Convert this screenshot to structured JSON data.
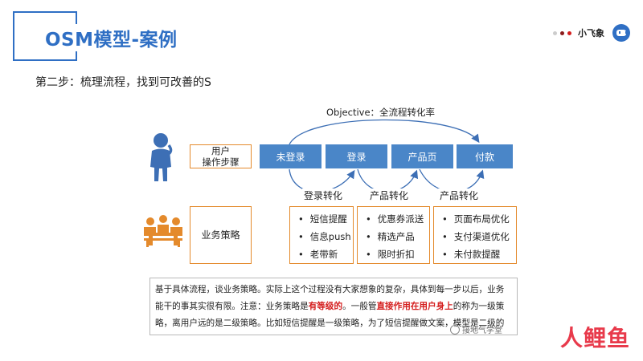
{
  "header": {
    "title": "OSM模型-案例",
    "brand": "小飞象",
    "dot_colors": [
      "#cccccc",
      "#8a1c1c",
      "#d41c1c"
    ]
  },
  "step": "第二步：梳理流程，找到可改善的S",
  "objective": "Objective：全流程转化率",
  "user_label": [
    "用户",
    "操作步骤"
  ],
  "flow": [
    "未登录",
    "登录",
    "产品页",
    "付款"
  ],
  "conversions": [
    "登录转化",
    "产品转化",
    "产品转化"
  ],
  "strategy_label": "业务策略",
  "strategies": [
    [
      "短信提醒",
      "信息push",
      "老带新"
    ],
    [
      "优惠券派送",
      "精选产品",
      "限时折扣"
    ],
    [
      "页面布局优化",
      "支付渠道优化",
      "未付款提醒"
    ]
  ],
  "note": {
    "part1": "基于具体流程，谈业务策略。实际上这个过程没有大家想象的复杂，具体到每一步以后，业务能干的事其实很有限。注意：业务策略是",
    "em1": "有等级的",
    "part2": "。一般管",
    "em2": "直接作用在用户身上",
    "part3": "的称为一级策略，离用户远的是二级策略。比如短信提醒是一级策略，为了短信提醒做文案，模型是二级的"
  },
  "watermark": "接地气学堂",
  "corner_logo": "人鲤鱼",
  "colors": {
    "accent_blue": "#2f6fc4",
    "flow_blue": "#4a86c8",
    "orange": "#e48a2c",
    "person_blue": "#3d6fb5",
    "emphasis_red": "#d41c1c"
  }
}
